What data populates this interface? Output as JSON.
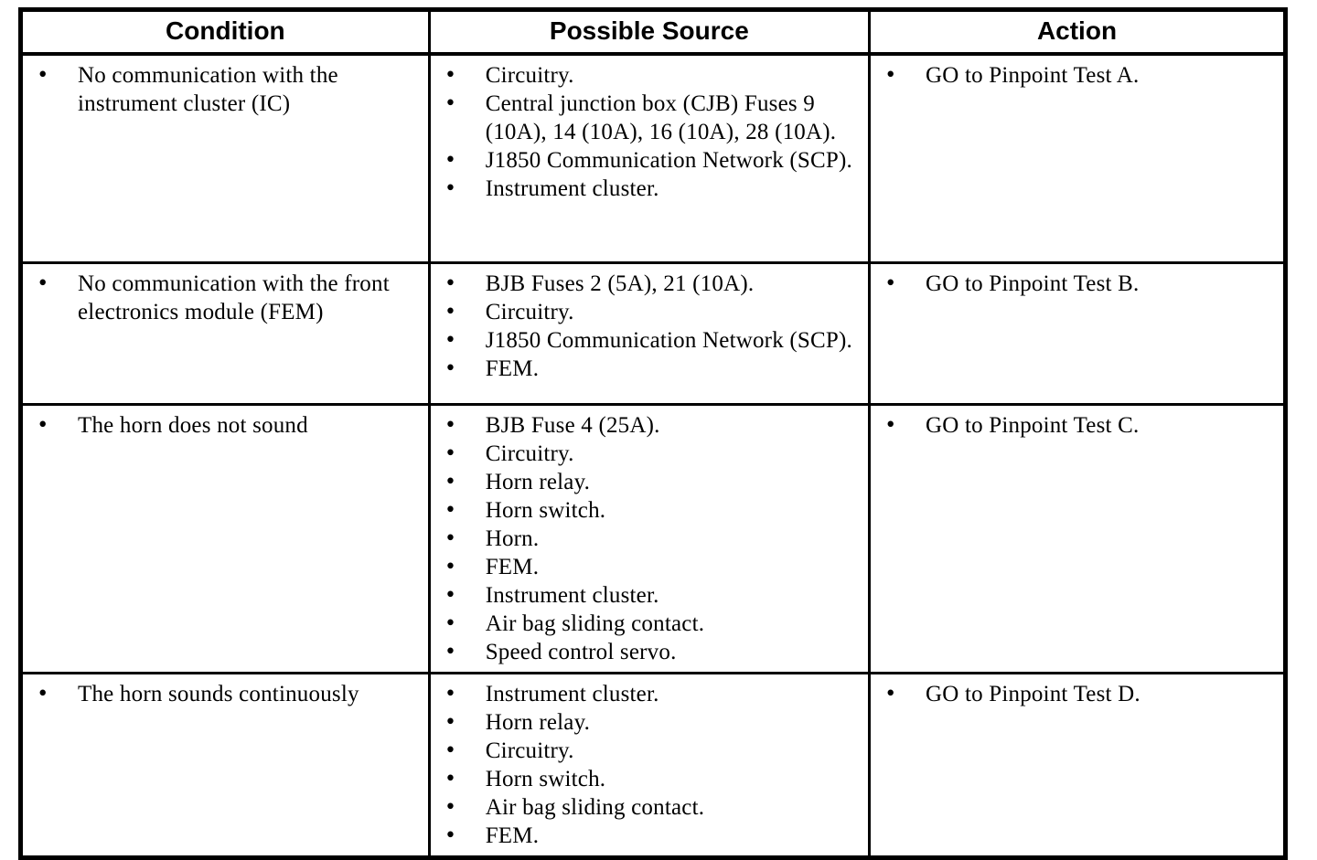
{
  "table": {
    "headers": [
      "Condition",
      "Possible Source",
      "Action"
    ],
    "rows": [
      {
        "conditions": [
          "No communication with the instrument cluster (IC)"
        ],
        "sources": [
          "Circuitry.",
          "Central junction box (CJB) Fuses 9 (10A), 14 (10A), 16 (10A), 28 (10A).",
          "J1850 Communication Network (SCP).",
          "Instrument cluster."
        ],
        "actions": [
          "GO to Pinpoint Test A."
        ]
      },
      {
        "conditions": [
          "No communication with the front electronics module (FEM)"
        ],
        "sources": [
          "BJB Fuses 2 (5A), 21 (10A).",
          "Circuitry.",
          "J1850 Communication Network (SCP).",
          "FEM."
        ],
        "actions": [
          "GO to Pinpoint Test B."
        ]
      },
      {
        "conditions": [
          "The horn does not sound"
        ],
        "sources": [
          "BJB Fuse 4 (25A).",
          "Circuitry.",
          "Horn relay.",
          "Horn switch.",
          "Horn.",
          "FEM.",
          "Instrument cluster.",
          "Air bag sliding contact.",
          "Speed control servo."
        ],
        "actions": [
          "GO to Pinpoint Test C."
        ]
      },
      {
        "conditions": [
          "The horn sounds continuously"
        ],
        "sources": [
          "Instrument cluster.",
          "Horn relay.",
          "Circuitry.",
          "Horn switch.",
          "Air bag sliding contact.",
          "FEM."
        ],
        "actions": [
          "GO to Pinpoint Test D."
        ]
      }
    ]
  }
}
